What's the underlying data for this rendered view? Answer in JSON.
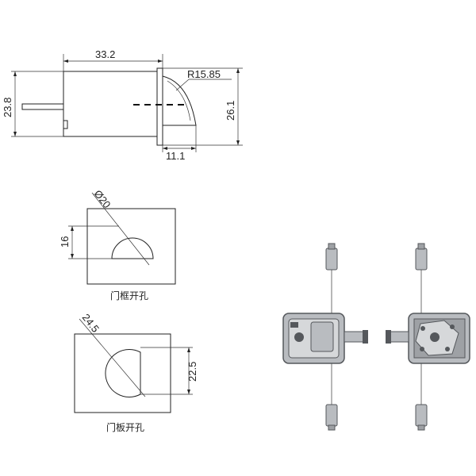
{
  "side_view": {
    "dim_length": "33.2",
    "dim_radius": "R15.85",
    "dim_height_left": "23.8",
    "dim_height_right": "26.1",
    "dim_bottom": "11.1"
  },
  "frame_hole": {
    "dim_diameter": "Ø20",
    "dim_flat": "16",
    "caption": "门框开孔"
  },
  "door_hole": {
    "dim_diameter": "24.5",
    "dim_flat": "22.5",
    "caption": "门板开孔"
  },
  "colors": {
    "line": "#222222",
    "part_body": "#b9bcc0",
    "part_dark": "#55585c",
    "part_light": "#d6d8da"
  }
}
